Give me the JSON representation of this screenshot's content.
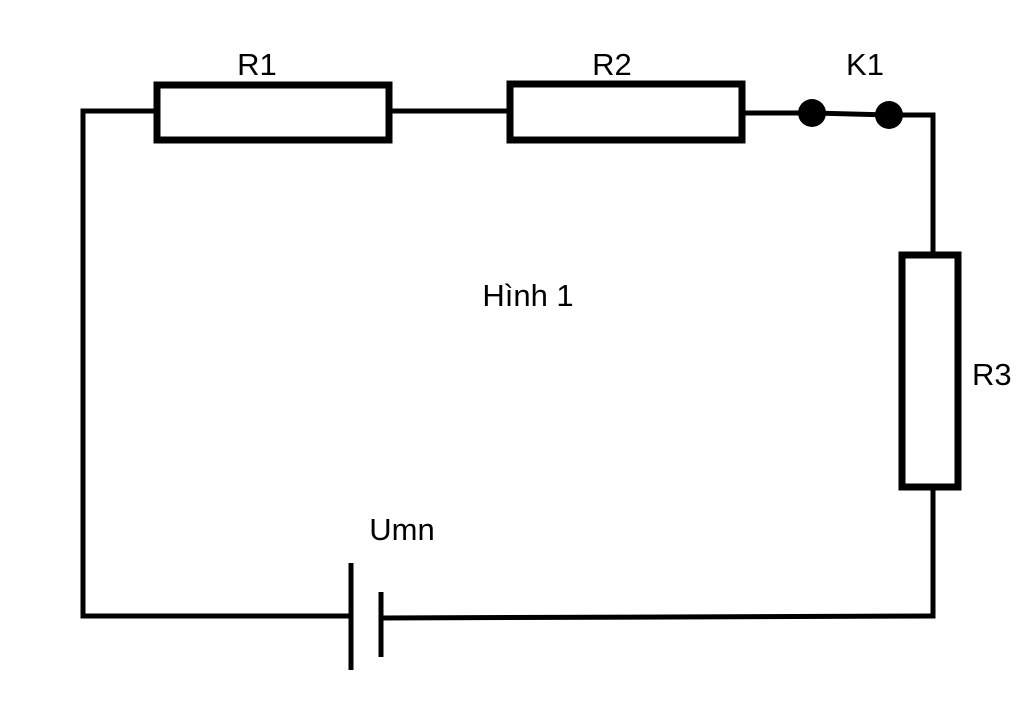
{
  "diagram": {
    "caption": "Hình 1",
    "components": {
      "r1": "R1",
      "r2": "R2",
      "r3": "R3",
      "k1": "K1",
      "source": "Umn"
    }
  },
  "colors": {
    "line": "#000000",
    "background": "#ffffff"
  }
}
